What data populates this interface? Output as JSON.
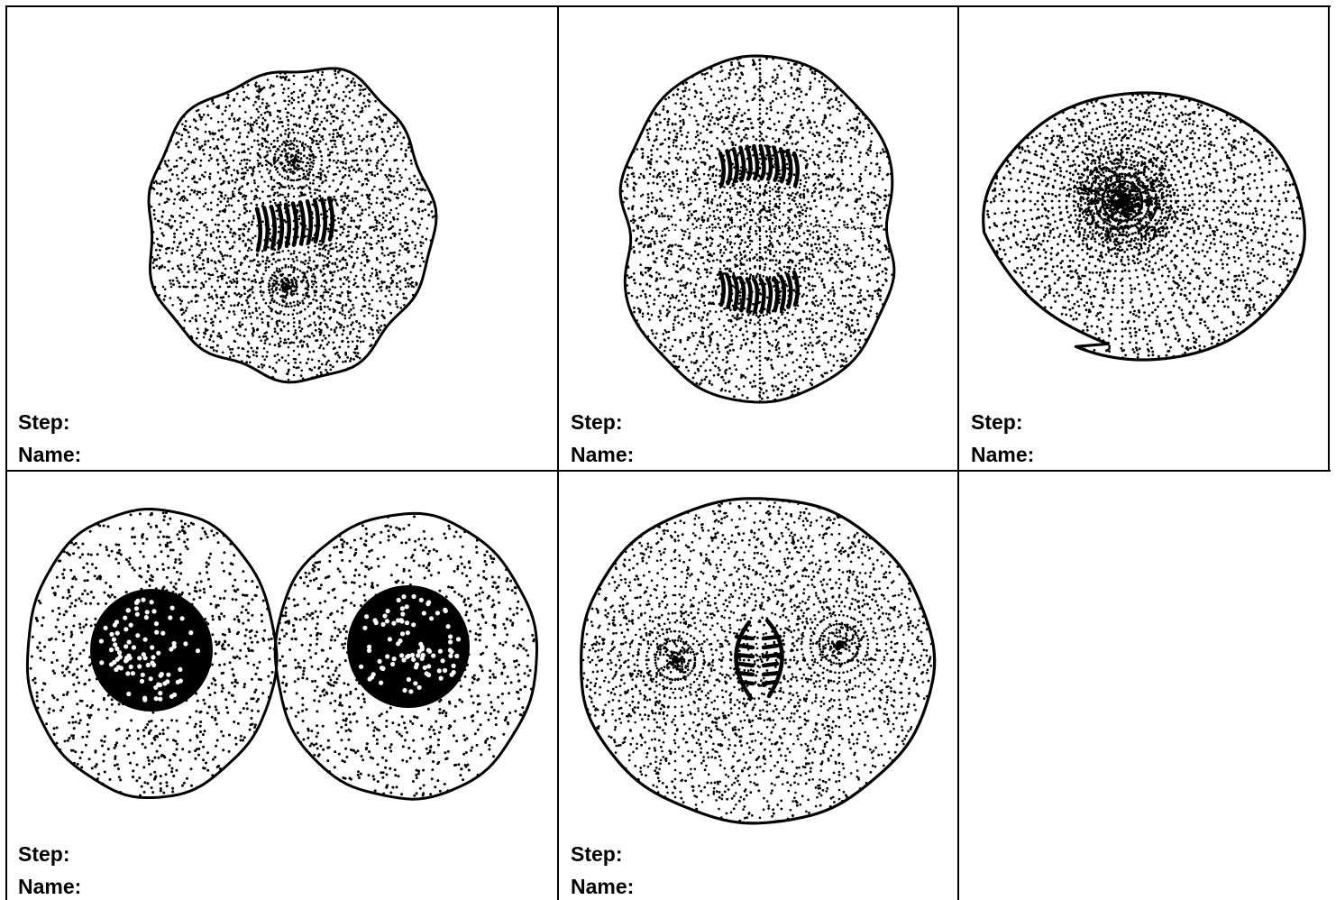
{
  "colors": {
    "ink": "#000000",
    "paper": "#ffffff",
    "grid": "#000000"
  },
  "cells": [
    {
      "id": "cell-1",
      "stage_drawing": "early-anaphase",
      "step_label": "Step:",
      "name_label": "Name:"
    },
    {
      "id": "cell-2",
      "stage_drawing": "telophase-cytokinesis",
      "step_label": "Step:",
      "name_label": "Name:"
    },
    {
      "id": "cell-3",
      "stage_drawing": "prophase",
      "step_label": "Step:",
      "name_label": "Name:"
    },
    {
      "id": "cell-4",
      "stage_drawing": "daughter-cells-interphase",
      "step_label": "Step:",
      "name_label": "Name:"
    },
    {
      "id": "cell-5",
      "stage_drawing": "metaphase",
      "step_label": "Step:",
      "name_label": "Name:"
    },
    {
      "id": "cell-6",
      "stage_drawing": "empty",
      "step_label": "",
      "name_label": ""
    }
  ]
}
